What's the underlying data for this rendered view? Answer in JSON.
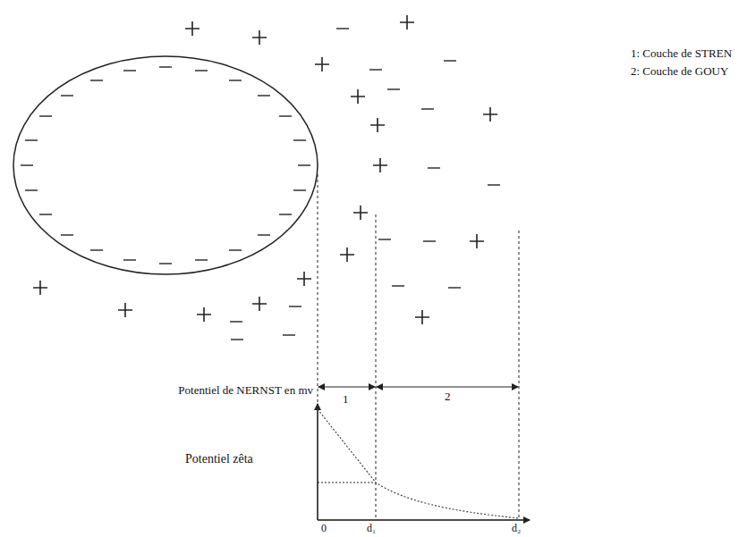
{
  "diagram": {
    "labels": [
      "1: Couche de STREN",
      "2: Couche de GOUY",
      "Potentiel de NERNST en mv",
      "Potentiel zêta",
      "1",
      "2",
      "0",
      "d₁",
      "d₂"
    ]
  }
}
